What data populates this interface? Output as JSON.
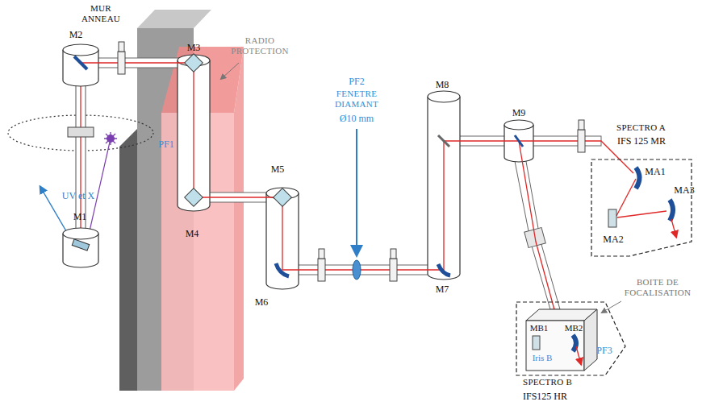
{
  "diagram": {
    "nodes": [
      {
        "text": [
          "SPECTRO A",
          "IFS 125 MR"
        ]
      },
      {
        "text": [
          "SPECTRO B",
          "IFS125 HR"
        ]
      }
    ],
    "labels": [
      "MUR ANNEAU",
      "RADIO PROTECTION",
      "M2",
      "M3",
      "M1",
      "UV et X",
      "PF1",
      "M4",
      "M5",
      "M6",
      "PF2",
      "FENETRE DIAMANT",
      "Ø10 mm",
      "M8",
      "M7",
      "M9",
      "MA1",
      "MA2",
      "MA3",
      "BOITE DE FOCALISATION",
      "MB1",
      "MB2",
      "Iris B",
      "PF3"
    ]
  }
}
